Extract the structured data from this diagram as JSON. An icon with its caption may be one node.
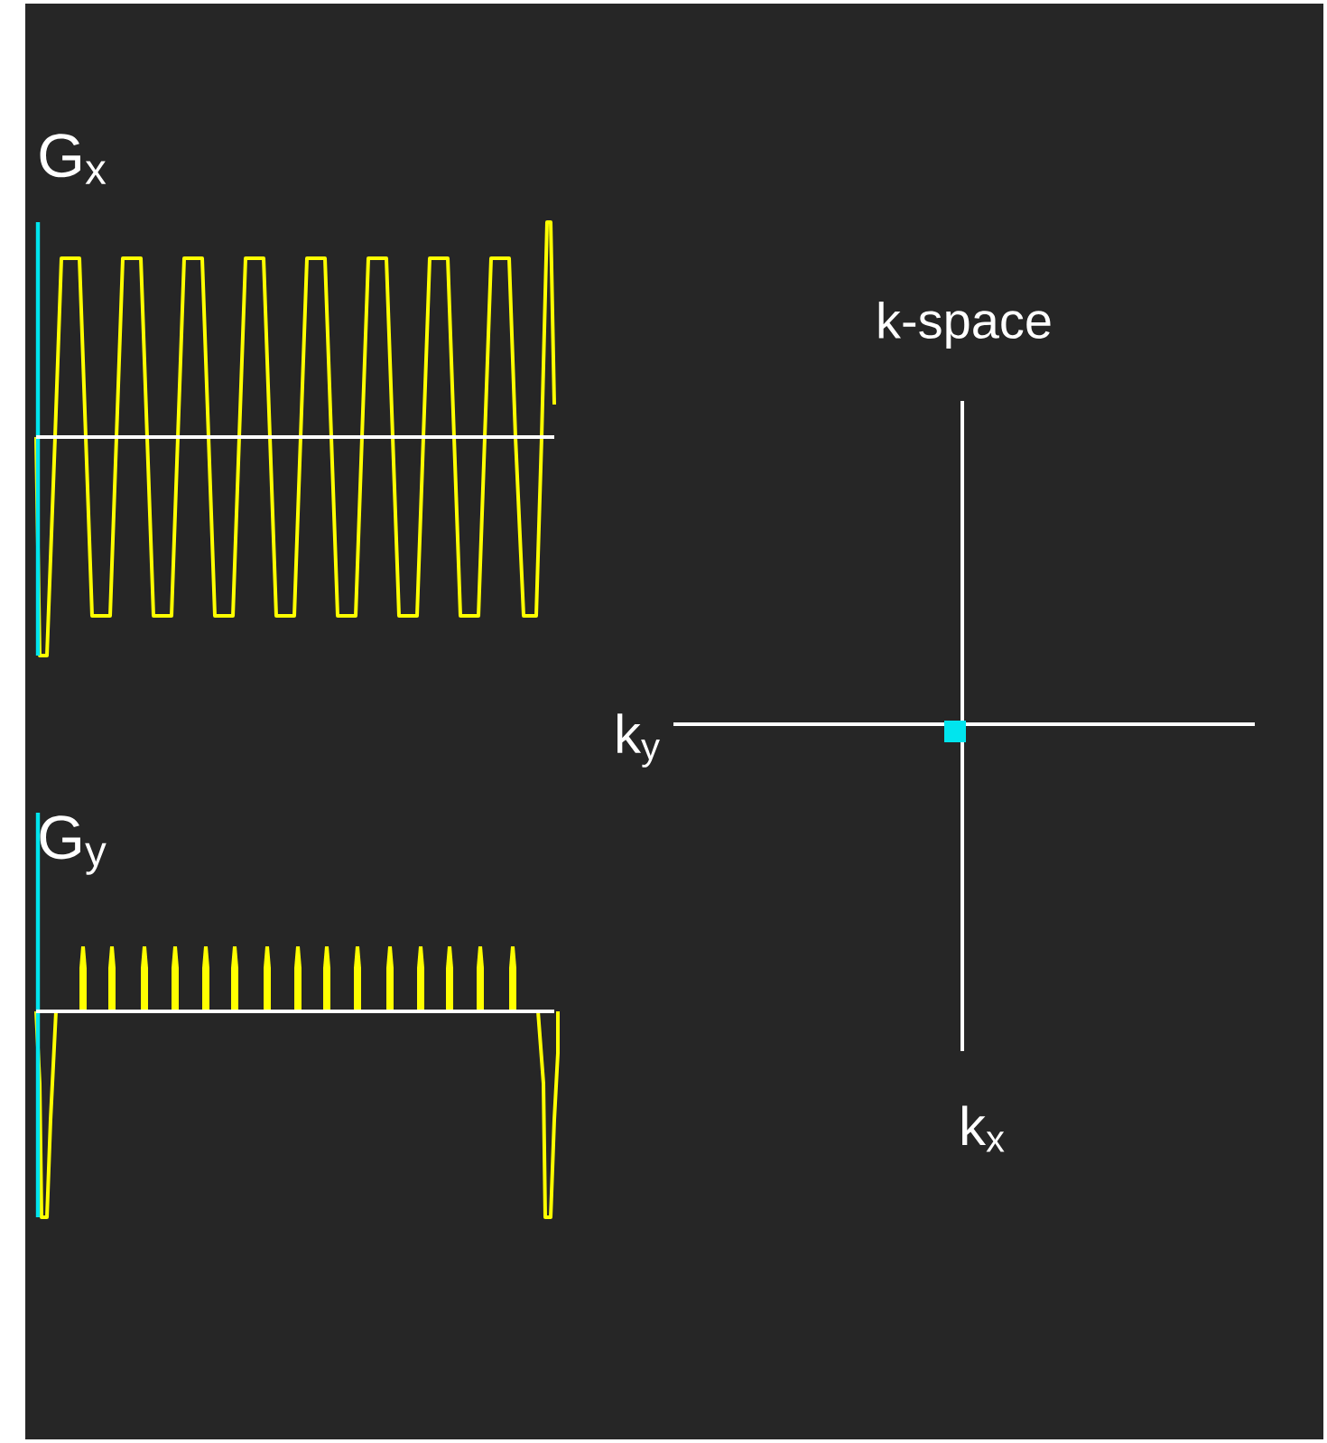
{
  "diagram": {
    "labels": [
      "G$_{x}$",
      "k-space",
      "k$_{y}$",
      "G$_{y}$",
      "k$_{x}$"
    ]
  }
}
